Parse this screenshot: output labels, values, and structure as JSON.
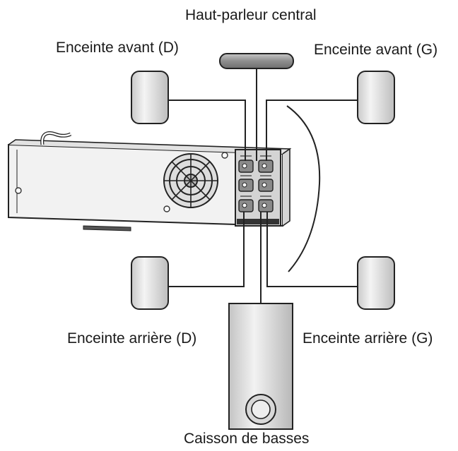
{
  "labels": {
    "center": "Haut-parleur central",
    "front_right": "Enceinte avant (D)",
    "front_left": "Enceinte avant (G)",
    "rear_right": "Enceinte arrière (D)",
    "rear_left": "Enceinte arrière (G)",
    "subwoofer": "Caisson de basses"
  },
  "colors": {
    "line": "#222222",
    "speaker_fill": "#e6e6e6",
    "unit_fill": "#f2f2f2",
    "panel_fill": "#d4d4d4",
    "center_fill": "#9a9a9a"
  }
}
